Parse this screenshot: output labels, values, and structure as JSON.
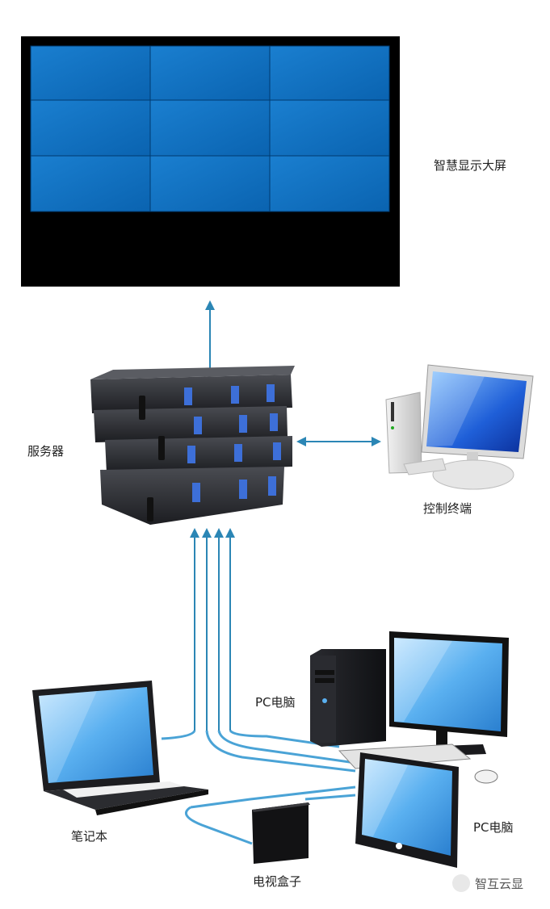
{
  "labels": {
    "display_wall": "智慧显示大屏",
    "server": "服务器",
    "control_terminal": "控制终端",
    "pc_top": "PC电脑",
    "laptop": "笔记本",
    "tv_box": "电视盒子",
    "pc_bottom": "PC电脑"
  },
  "watermark": {
    "text": "智互云显"
  },
  "colors": {
    "wall_frame": "#000000",
    "wall_panel": "#0a6fc4",
    "arrow": "#2b86b5",
    "cable": "#4aa3d6",
    "screen": "#5ab0f0",
    "device_dark": "#1e1e22"
  }
}
